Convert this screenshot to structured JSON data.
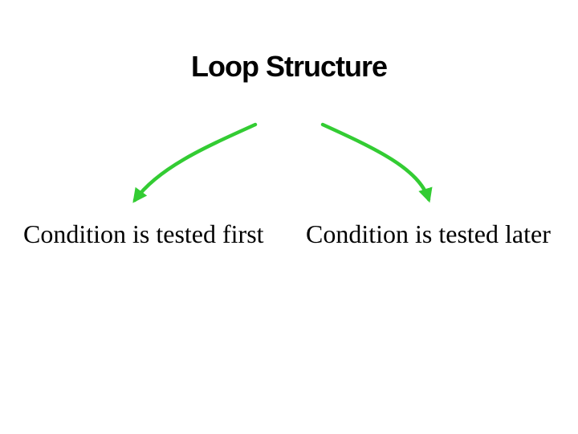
{
  "slide": {
    "title": "Loop Structure",
    "left_label": "Condition is tested first",
    "right_label": "Condition is tested later",
    "arrow_color": "#33CC33",
    "background_color": "#FFFFFF",
    "text_color": "#000000"
  }
}
